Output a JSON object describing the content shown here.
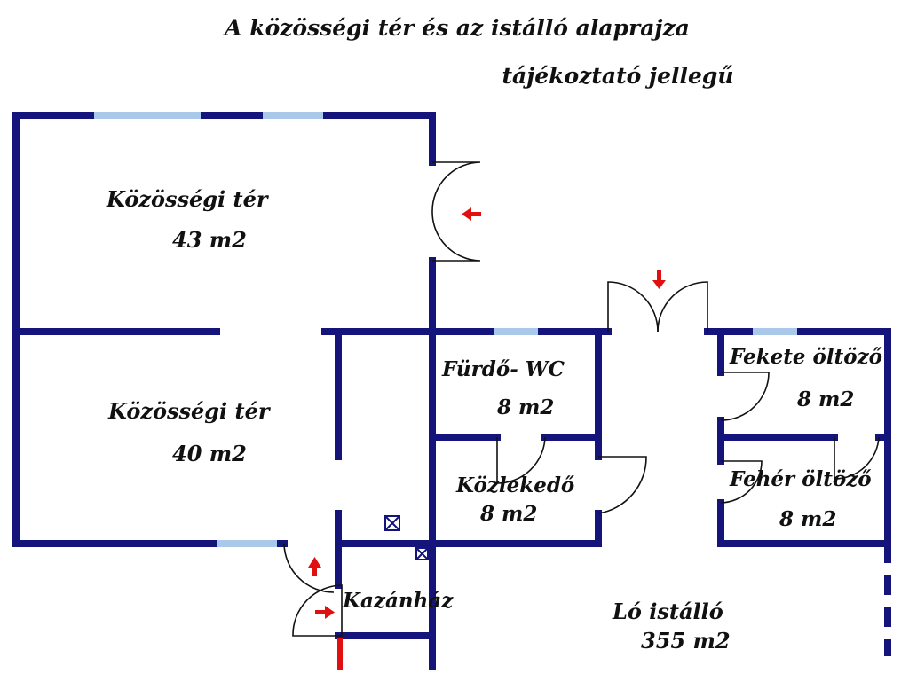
{
  "title": "A közösségi tér és az istálló alaprajza",
  "subtitle": "tájékoztató jellegű",
  "rooms": {
    "kozossegi_1": {
      "name": "Közösségi tér",
      "area": "43 m2"
    },
    "kozossegi_2": {
      "name": "Közösségi tér",
      "area": "40 m2"
    },
    "furdo": {
      "name": "Fürdő- WC",
      "area": "8 m2"
    },
    "kozlekedo": {
      "name": "Közlekedő",
      "area": "8 m2"
    },
    "fekete": {
      "name": "Fekete öltöző",
      "area": "8 m2"
    },
    "feher": {
      "name": "Fehér öltöző",
      "area": "8 m2"
    },
    "kazanhaz": {
      "name": "Kazánház"
    },
    "lo_istallo": {
      "name": "Ló istálló",
      "area": "355 m2"
    }
  },
  "colors": {
    "wall": "#14147a",
    "window": "#a9c8ea",
    "arrow": "#e01010"
  }
}
